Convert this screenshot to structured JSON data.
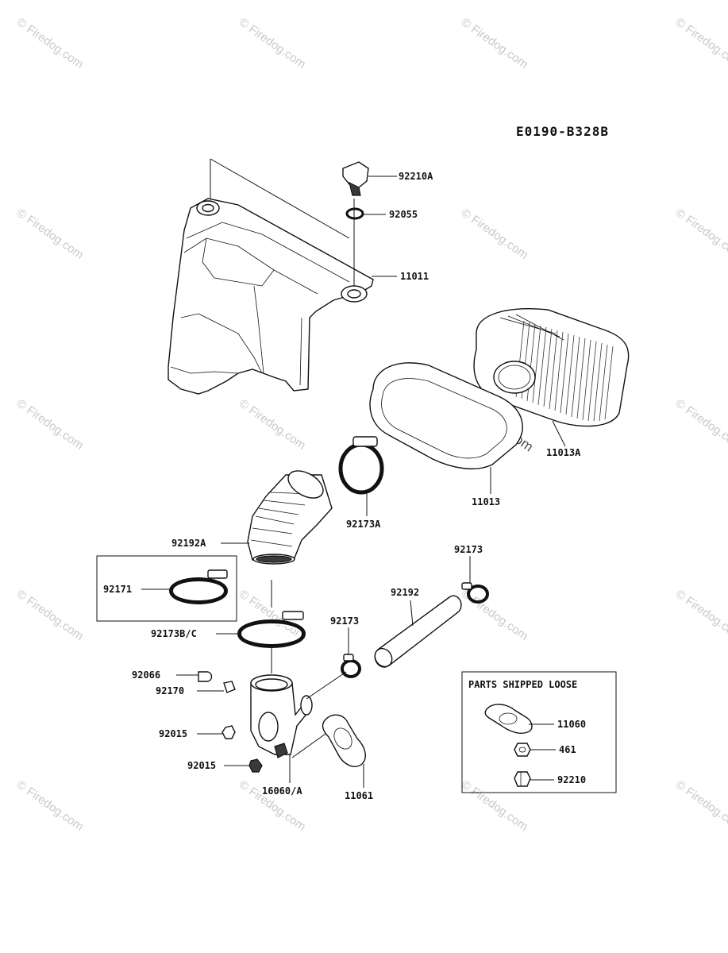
{
  "diagram_code": "E0190-B328B",
  "watermark": "© Firedog.com",
  "parts": [
    {
      "key": "p92210A",
      "label": "92210A"
    },
    {
      "key": "p92055",
      "label": "92055"
    },
    {
      "key": "p11011",
      "label": "11011"
    },
    {
      "key": "p11013A",
      "label": "11013A"
    },
    {
      "key": "p11013",
      "label": "11013"
    },
    {
      "key": "p92173A",
      "label": "92173A"
    },
    {
      "key": "p92192A",
      "label": "92192A"
    },
    {
      "key": "p92171",
      "label": "92171"
    },
    {
      "key": "p92173BC",
      "label": "92173B/C"
    },
    {
      "key": "p92173a",
      "label": "92173"
    },
    {
      "key": "p92192",
      "label": "92192"
    },
    {
      "key": "p92173b",
      "label": "92173"
    },
    {
      "key": "p92066",
      "label": "92066"
    },
    {
      "key": "p92170",
      "label": "92170"
    },
    {
      "key": "p92015a",
      "label": "92015"
    },
    {
      "key": "p92015b",
      "label": "92015"
    },
    {
      "key": "p16060A",
      "label": "16060/A"
    },
    {
      "key": "p11061",
      "label": "11061"
    }
  ],
  "loose_box": {
    "title": "PARTS SHIPPED LOOSE",
    "parts": [
      {
        "key": "l11060",
        "label": "11060"
      },
      {
        "key": "l461",
        "label": "461"
      },
      {
        "key": "l92210",
        "label": "92210"
      }
    ]
  }
}
